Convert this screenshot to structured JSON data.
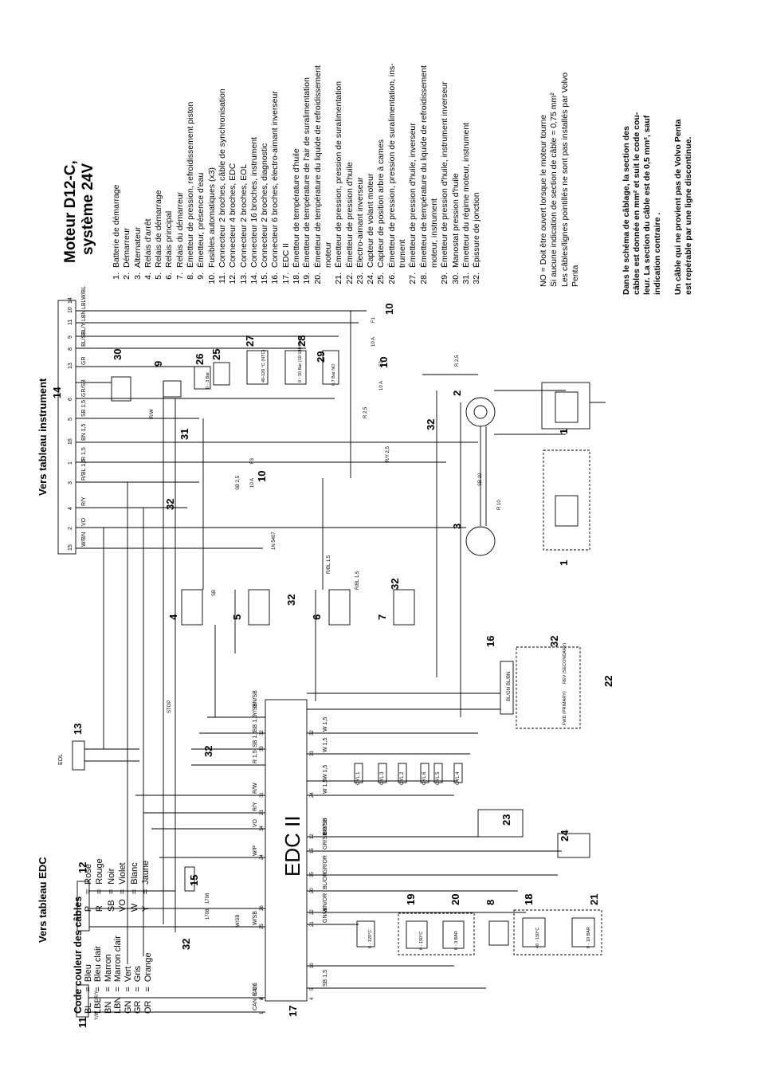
{
  "headings": {
    "to_instrument_panel": "Vers tableau instrument",
    "to_edc_panel": "Vers tableau EDC"
  },
  "title": {
    "line1": "Moteur D12-C,",
    "line2": "système 24V"
  },
  "components": [
    {
      "num": "1.",
      "label": "Batterie de démarrage"
    },
    {
      "num": "2.",
      "label": "Démarreur"
    },
    {
      "num": "3.",
      "label": "Alternateur"
    },
    {
      "num": "4.",
      "label": "Relais d'arrêt"
    },
    {
      "num": "5.",
      "label": "Relais de démarrage"
    },
    {
      "num": "6.",
      "label": "Relais principal"
    },
    {
      "num": "7.",
      "label": "Relais du démarreur"
    },
    {
      "num": "8.",
      "label": "Émetteur de pression, refroidissement piston"
    },
    {
      "num": "9.",
      "label": "Émetteur, présence d'eau"
    },
    {
      "num": "10.",
      "label": "Fusibles automatiques (x3)"
    },
    {
      "num": "11.",
      "label": "Connecteur 2 broches, câble de synchronisation"
    },
    {
      "num": "12.",
      "label": "Connecteur 4 broches, EDC"
    },
    {
      "num": "13.",
      "label": "Connecteur 2 broches, EOL"
    },
    {
      "num": "14.",
      "label": "Connecteur 16 broches, instrument"
    },
    {
      "num": "15.",
      "label": "Connecteur 2 broches, diagnostic"
    },
    {
      "num": "16.",
      "label": "Connecteur 6 broches, électro-aimant inverseur"
    },
    {
      "num": "17.",
      "label": "EDC II"
    },
    {
      "num": "18.",
      "label": "Émetteur de température d'huile"
    },
    {
      "num": "19.",
      "label": "Émetteur de température de l'air de suralimentation"
    },
    {
      "num": "20.",
      "label": "Émetteur de température du liquide de refroidissement",
      "cont": "moteur"
    },
    {
      "num": "21.",
      "label": "Émetteur de pression, pression de suralimentation"
    },
    {
      "num": "22.",
      "label": "Émetteur de pression d'huile"
    },
    {
      "num": "23.",
      "label": "Électro-aimant inverseur"
    },
    {
      "num": "24.",
      "label": "Capteur de volant moteur"
    },
    {
      "num": "25.",
      "label": "Capteur de position arbre à cames"
    },
    {
      "num": "26.",
      "label": "Émetteur de pression, pression de suralimentation, ins-",
      "cont": "trument"
    },
    {
      "num": "27.",
      "label": "Émetteur de pression d'huile, inverseur"
    },
    {
      "num": "28.",
      "label": "Émetteur de température du liquide de refroidissement",
      "cont": "moteur, instrument"
    },
    {
      "num": "29.",
      "label": "Émetteur de pression d'huile, instrument inverseur"
    },
    {
      "num": "30.",
      "label": "Manostat pression d'huile"
    },
    {
      "num": "31.",
      "label": "Émetteur du régime moteur, instrument"
    },
    {
      "num": "32.",
      "label": "Épissure de jonction"
    }
  ],
  "notes": {
    "no": "NO =  Doit être ouvert lorsque le moteur tourne",
    "section": "Si aucune indication de section de câble = 0,75 mm²",
    "dashed1": "Les câbles/lignes pointillés ne sont pas installés par Volvo",
    "dashed2": "Penta"
  },
  "bold_notes": {
    "p1_l1": "Dans le schéma de câblage, la section des",
    "p1_l2": "câbles est donnée en mm² et suit le code cou-",
    "p1_l3": "leur. La section du câble est de 0,5 mm², sauf",
    "p1_l4": "indication contraire .",
    "p2_l1": "Un câble qui ne provient pas de Volvo Penta",
    "p2_l2": "est repérable par une ligne discontinue."
  },
  "color_codes": {
    "title": "Code couleur des câbles",
    "left": [
      {
        "code": "BL",
        "name": "Bleu"
      },
      {
        "code": "LBL",
        "name": "Bleu clair"
      },
      {
        "code": "BN",
        "name": "Marron"
      },
      {
        "code": "LBN",
        "name": "Marron clair"
      },
      {
        "code": "GN",
        "name": "Vert"
      },
      {
        "code": "GR",
        "name": "Gris"
      },
      {
        "code": "OR",
        "name": "Orange"
      }
    ],
    "right": [
      {
        "code": "P",
        "name": "Rose"
      },
      {
        "code": "R",
        "name": "Rouge"
      },
      {
        "code": "SB",
        "name": "Noir"
      },
      {
        "code": "VO",
        "name": "Violet"
      },
      {
        "code": "W",
        "name": "Blanc"
      },
      {
        "code": "Y",
        "name": "Jaune"
      }
    ]
  },
  "diagram": {
    "edc_label": "EDC II",
    "eol_label": "EOL",
    "stop_label": "STOP",
    "diode_label": "1N 5407",
    "primary_label": "FWD (PRIMARY)",
    "secondary_label": "REV (SECONDARY)",
    "callouts": [
      "1",
      "1",
      "2",
      "3",
      "4",
      "5",
      "6",
      "7",
      "8",
      "9",
      "10",
      "10",
      "10",
      "11",
      "12",
      "13",
      "14",
      "15",
      "16",
      "17",
      "18",
      "19",
      "20",
      "21",
      "22",
      "23",
      "24",
      "25",
      "26",
      "27",
      "28",
      "29",
      "30",
      "31",
      "32",
      "32",
      "32",
      "32",
      "32",
      "32",
      "32"
    ],
    "connector14_pins": [
      "15",
      "2",
      "4",
      "3",
      "1",
      "16",
      "5",
      "6",
      "13",
      "8",
      "9",
      "11",
      "10",
      "14"
    ],
    "connector14_wires": [
      "W/BN",
      "VO",
      "R/Y",
      "R/BL 1,5",
      "R 1,5",
      "BN 1,5",
      "SB 1,5",
      "GR/SB",
      "GR",
      "BL/SB",
      "BL/Y",
      "LBN",
      "LBL",
      "W/BL"
    ],
    "edc_pins_top": [
      "4",
      "1",
      "2",
      "25",
      "26",
      "24",
      "34",
      "23",
      "31",
      "33",
      "32"
    ],
    "edc_pins_bottom": [
      "4",
      "5",
      "10",
      "21",
      "22",
      "20",
      "35",
      "15",
      "12",
      "24",
      "33",
      "32"
    ],
    "edc_wires_top": [
      "R 1,5",
      "CAN",
      "CAN",
      "W/SB",
      "W/P",
      "VO",
      "R/Y",
      "R/W",
      "R 1,5",
      "SB 1,5",
      "SB 1,5",
      "Y/SB",
      "GN/SB"
    ],
    "edc_wires_bottom": [
      "SB 1,5",
      "GN/W",
      "BN/OR",
      "BL/OR",
      "GR/OR",
      "GR/SB",
      "GR/SB",
      "VO/SB",
      "W 1,5",
      "W 1,5",
      "W 1,5",
      "W 1,5"
    ],
    "cyl_labels": [
      "CYL 1",
      "CYL 3",
      "CYL 2",
      "CYL 6",
      "CYL 5",
      "CYL 4"
    ],
    "fuse_labels": [
      "10 A",
      "10 A",
      "10 A"
    ],
    "fuse_ids": [
      "F1",
      "F2",
      "F3"
    ],
    "sensor_ranges": [
      "0 - 120°C",
      "0 - 150°C",
      "0 - 3 BAR",
      "40 - 150°C",
      "0 - 10 BAR",
      "40-120 °C (NTC)",
      "0 - 10 Bar (10-180 ohm)",
      "0,7 Bar NO",
      "0 - 3 Bar"
    ],
    "wire_misc": [
      "R/W",
      "SB",
      "SB 2,5",
      "R 2,5",
      "R/Y 2,5",
      "SB 10",
      "R 10",
      "R/BL 1,5",
      "R/BL 1,5",
      "R 2,5",
      "BL/BN",
      "BL/GN",
      "W/SB",
      "Y/W",
      "GR/Y",
      "1708",
      "1708"
    ]
  }
}
